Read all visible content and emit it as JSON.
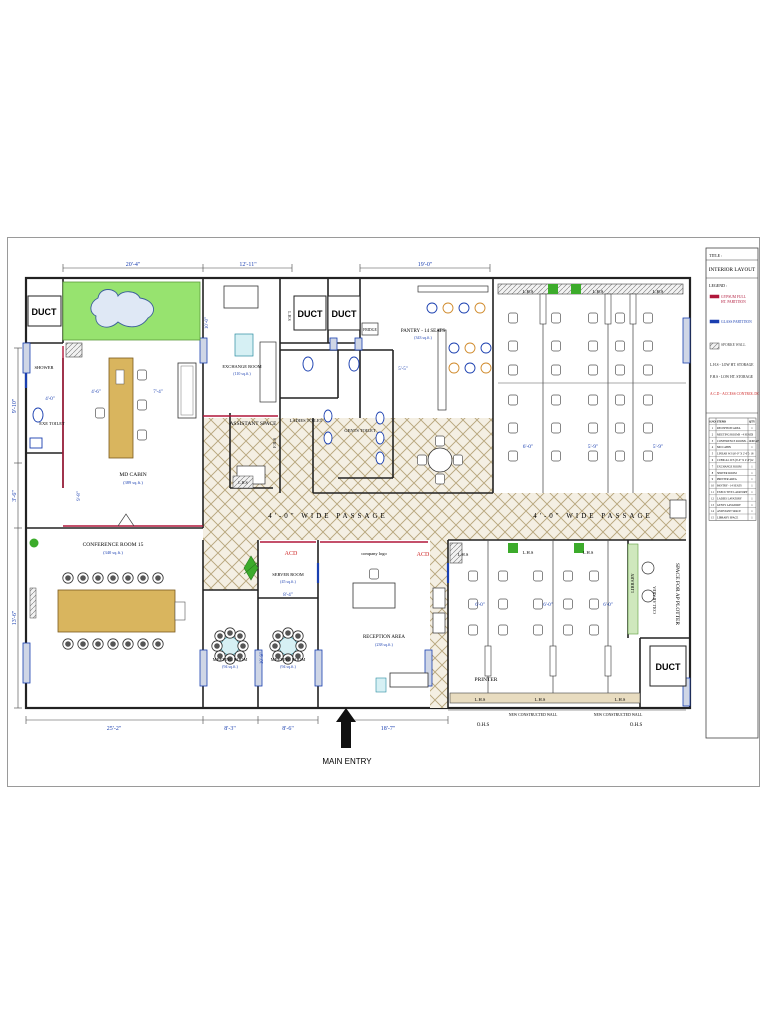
{
  "sheet": {
    "title_label": "TITLE :",
    "title": "INTERIOR LAYOUT",
    "legend_label": "LEGEND :"
  },
  "legend": [
    {
      "label": "GYPSUM FULL HT. PARTITION",
      "color": "#b0173a"
    },
    {
      "label": "GLASS PARTITION",
      "color": "#1a3fb0"
    },
    {
      "label": "SPORKE WALL",
      "color": "#444444"
    },
    {
      "label": "L.H.S - LOW HT. STORAGE",
      "color": "#222222"
    },
    {
      "label": "F.H.S - LOW HT. STORAGE",
      "color": "#222222"
    },
    {
      "label": "A.C.D - ACCESS CONTROL DOOR",
      "color": "#cc1f1f"
    }
  ],
  "schedule": {
    "headers": [
      "S.NO",
      "ITEMS",
      "QTY"
    ],
    "rows": [
      [
        "1",
        "RECEPTION AREA",
        "1"
      ],
      [
        "2",
        "MEETING ROOMS - 4 SEATS",
        "2"
      ],
      [
        "3",
        "CONFERENCE ROOMS - 16 SEATS",
        "1"
      ],
      [
        "4",
        "MD CABIN",
        "1"
      ],
      [
        "5",
        "LINEAR W.S (6'-0\" X 2'-0\")",
        "18"
      ],
      [
        "6",
        "CUBICAL W.S (6'-0\" X 2'-0\")",
        "12"
      ],
      [
        "7",
        "EXCHANGE ROOM",
        "1"
      ],
      [
        "8",
        "SERVER ROOM",
        "1"
      ],
      [
        "9",
        "PRINTER AREA",
        "1"
      ],
      [
        "10",
        "PANTRY - 14 SEATS",
        "1"
      ],
      [
        "11",
        "EXECUTIVE LAVATORY",
        "1"
      ],
      [
        "12",
        "LADIES LAVATORY",
        "1"
      ],
      [
        "13",
        "GENTS LAVATORY",
        "1"
      ],
      [
        "14",
        "ASSISTANT SPACE",
        "1"
      ],
      [
        "15",
        "LIBRARY SPACE",
        "1"
      ]
    ]
  },
  "rooms": {
    "md_cabin": "MD CABIN",
    "md_cabin_area": "(389 sq.ft.)",
    "conference": "CONFERENCE ROOM 15",
    "conference_area": "(340 sq.ft.)",
    "exchange": "EXCHANGE ROOM",
    "exchange_area": "(110 sq.ft.)",
    "assistant": "ASSISTANT SPACE",
    "ladies": "LADIES TOILET",
    "gents": "GENTS TOILET",
    "exe_toilet": "EXE TOILET",
    "shower": "SHOWER",
    "pantry": "PANTRY - 14 SEATS",
    "pantry_area": "(343 sq.ft.)",
    "server": "SERVER ROOM",
    "server_area": "(45 sq.ft.)",
    "meeting1": "MEETING ROOM",
    "meeting1_area": "(94 sq.ft.)",
    "meeting2": "MEETING ROOM",
    "meeting2_area": "(94 sq.ft.)",
    "reception": "RECEPTION AREA",
    "reception_area": "(238 sq.ft.)",
    "company_logo": "company logo",
    "library": "LIBRARY",
    "collab": "COLLAB AREA",
    "printer": "PRINTER",
    "ap_plotter": "SPACE FOR AP PLOTTER",
    "duct": "DUCT",
    "fridge": "FRIDGE",
    "frs": "F.R.S",
    "lhs": "L.H.S",
    "ohs": "O.H.S",
    "acd": "ACD",
    "passage": "4'-0\" WIDE PASSAGE",
    "new_wall": "NEW CONSTRUCTED WALL",
    "main_entry": "MAIN ENTRY"
  },
  "dims": {
    "top_1": "20'-4\"",
    "top_2": "12'-11\"",
    "top_3": "19'-0\"",
    "bottom_1": "25'-2\"",
    "bottom_2": "8'-3\"",
    "bottom_3": "8'-6\"",
    "bottom_4": "18'-7\"",
    "left_1": "9'-10\"",
    "left_2": "3'-6\"",
    "left_3": "13'-6\"",
    "md_1": "4'-6\"",
    "md_2": "7'-4\"",
    "md_v": "9'-8\"",
    "exch_v": "10'-0\"",
    "ws_1": "6'-0\"",
    "ws_2": "5'-9\"",
    "ws_3": "5'-9\"",
    "ws_b1": "6'-0\"",
    "ws_b2": "6'-0\"",
    "ws_b3": "6'-0\"",
    "server_w": "8'-4\"",
    "meet_v": "10'-9\"",
    "pantry_v": "5'-5\"",
    "md_door": "4'-0\""
  }
}
